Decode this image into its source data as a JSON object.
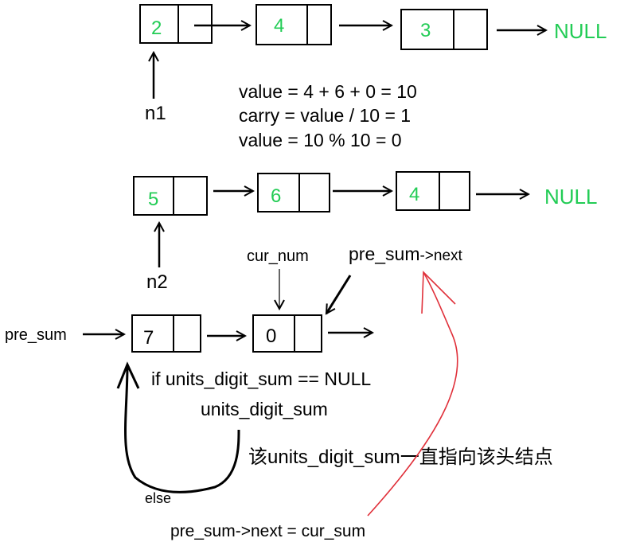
{
  "list1": {
    "values": [
      "2",
      "4",
      "3"
    ],
    "pointer_label": "n1",
    "terminal": "NULL"
  },
  "list2": {
    "values": [
      "5",
      "6",
      "4"
    ],
    "pointer_label": "n2",
    "terminal": "NULL"
  },
  "calc": {
    "line1": "value = 4 + 6 + 0 = 10",
    "line2": "carry = value / 10 = 1",
    "line3": "value = 10 % 10 = 0"
  },
  "result": {
    "values": [
      "7",
      "0"
    ],
    "pre_sum_label": "pre_sum",
    "cur_num_label": "cur_num",
    "pre_sum_next_label": "pre_sum",
    "pre_sum_next_suffix": "->next",
    "if_label": "if units_digit_sum == NULL",
    "units_label": "units_digit_sum",
    "note_label": "该units_digit_sum一直指向该头结点",
    "else_label": "else",
    "assign_label": "pre_sum->next = cur_sum"
  },
  "colors": {
    "node_value": "#22cc55",
    "result_value": "#000000",
    "annotation_arrow": "#e0303a",
    "stroke": "#000000"
  }
}
